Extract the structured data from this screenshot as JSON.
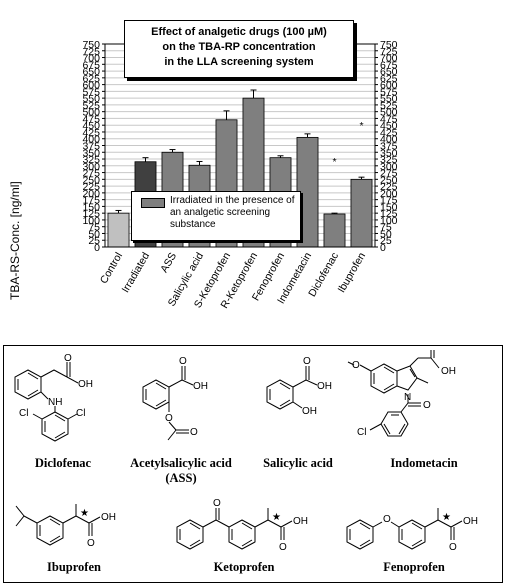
{
  "chart_data": {
    "type": "bar",
    "title_lines": [
      "Effect of analgetic drugs (100 µM)",
      "on the TBA-RP concentration",
      "in the LLA screening system"
    ],
    "ylabel": "TBA-RS-Conc. [ng/ml]",
    "ylim": [
      0,
      750
    ],
    "yticks": [
      0,
      25,
      50,
      75,
      100,
      125,
      150,
      175,
      200,
      225,
      250,
      275,
      300,
      325,
      350,
      375,
      400,
      425,
      450,
      475,
      500,
      525,
      550,
      575,
      600,
      625,
      650,
      675,
      700,
      725,
      750
    ],
    "categories": [
      "Control",
      "Irradiated",
      "ASS",
      "Salicylic acid",
      "S-Ketoprofen",
      "R-Ketoprofen",
      "Fenoprofen",
      "Indometacin",
      "Diclofenac",
      "Ibuprofen"
    ],
    "values": [
      125,
      315,
      350,
      302,
      470,
      550,
      330,
      405,
      122,
      250
    ],
    "errors": [
      10,
      15,
      10,
      14,
      33,
      30,
      7,
      13,
      3,
      8
    ],
    "significance": [
      "",
      "",
      "",
      "",
      "",
      "",
      "",
      "",
      "*",
      "*"
    ],
    "legend": [
      {
        "label": "Irradiated in the presence of an analgetic screening substance",
        "color": "#7f7f7f"
      }
    ],
    "colors": {
      "Control": "#c0c0c0",
      "Irradiated": "#404040",
      "default": "#7f7f7f"
    },
    "grid": true,
    "legend_position": "lower-center"
  },
  "structures": [
    {
      "name_lines": [
        "Diclofenac"
      ],
      "icon": "diclofenac-structure-icon",
      "atoms": {
        "nh": "NH",
        "cl1": "Cl",
        "cl2": "Cl",
        "o": "O",
        "oh": "OH"
      }
    },
    {
      "name_lines": [
        "Acetylsalicylic acid",
        "(ASS)"
      ],
      "icon": "acetylsalicylic-acid-structure-icon",
      "atoms": {
        "o1": "O",
        "oh": "OH",
        "o2": "O",
        "o3": "O"
      }
    },
    {
      "name_lines": [
        "Salicylic acid"
      ],
      "icon": "salicylic-acid-structure-icon",
      "atoms": {
        "o": "O",
        "oh1": "OH",
        "oh2": "OH"
      }
    },
    {
      "name_lines": [
        "Indometacin"
      ],
      "icon": "indometacin-structure-icon",
      "atoms": {
        "o1": "O",
        "n": "N",
        "o2": "O",
        "oh": "OH",
        "o3": "O",
        "cl": "Cl"
      }
    },
    {
      "name_lines": [
        "Ibuprofen"
      ],
      "icon": "ibuprofen-structure-icon",
      "atoms": {
        "o": "O",
        "oh": "OH",
        "star": "★"
      }
    },
    {
      "name_lines": [
        "Ketoprofen"
      ],
      "icon": "ketoprofen-structure-icon",
      "atoms": {
        "o1": "O",
        "o2": "O",
        "oh": "OH",
        "star": "★"
      }
    },
    {
      "name_lines": [
        "Fenoprofen"
      ],
      "icon": "fenoprofen-structure-icon",
      "atoms": {
        "o1": "O",
        "o2": "O",
        "oh": "OH",
        "star": "★"
      }
    }
  ]
}
